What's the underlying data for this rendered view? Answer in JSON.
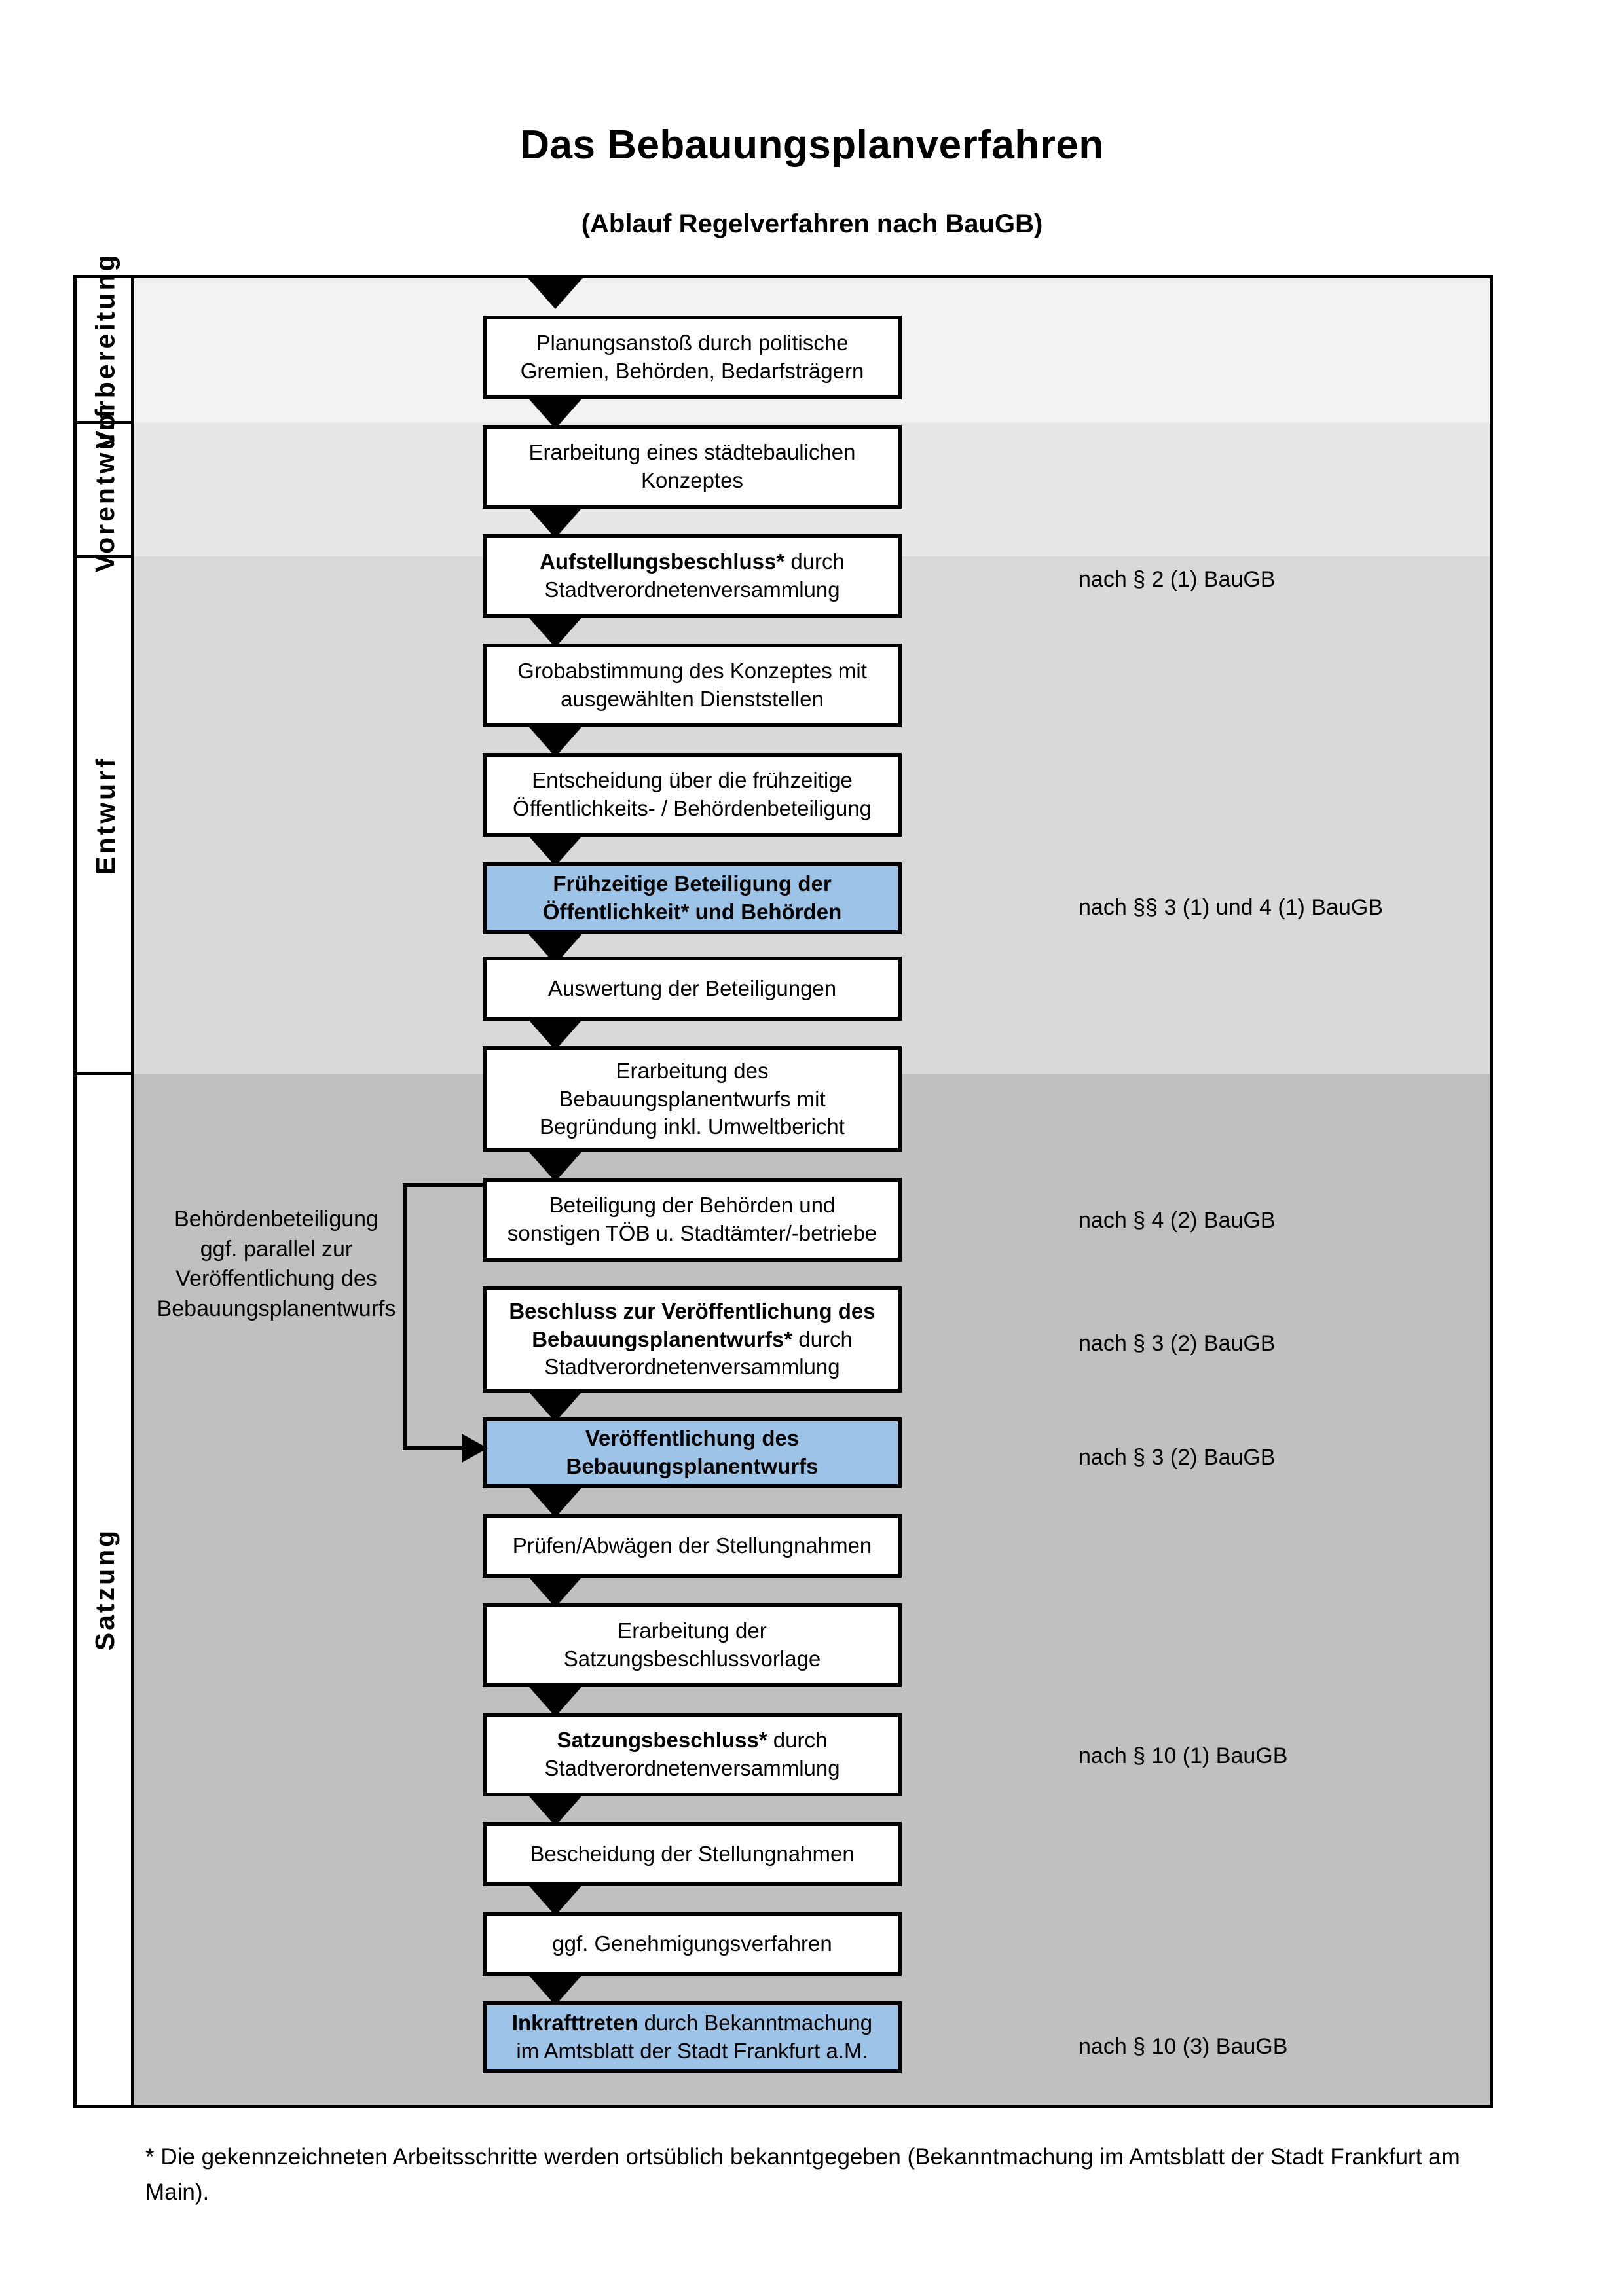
{
  "title": "Das Bebauungsplanverfahren",
  "subtitle": "(Ablauf Regelverfahren nach BauGB)",
  "colors": {
    "accent_blue": "#9DC3E6",
    "band_vorbereitung": "#F2F2F2",
    "band_vorentwurf": "#E7E7E7",
    "band_entwurf": "#D9D9D9",
    "band_satzung": "#C0C0C0",
    "outline": "#000000"
  },
  "phases": [
    {
      "label": "Vorbereitung"
    },
    {
      "label": "Vorentwurf"
    },
    {
      "label": "Entwurf"
    },
    {
      "label": "Satzung"
    }
  ],
  "steps": [
    {
      "id": "planungsanstoss",
      "line1": "Planungsanstoß durch politische",
      "line2": "Gremien, Behörden, Bedarfsträgern",
      "bold": "",
      "rest": "",
      "highlight": false
    },
    {
      "id": "konzept",
      "line1": "Erarbeitung eines städtebaulichen",
      "line2": "Konzeptes",
      "bold": "",
      "rest": "",
      "highlight": false
    },
    {
      "id": "aufstellungsbeschluss",
      "line1": "",
      "line2": "Stadtverordnetenversammlung",
      "bold": "Aufstellungsbeschluss*",
      "rest": " durch",
      "highlight": false
    },
    {
      "id": "grobabstimmung",
      "line1": "Grobabstimmung des Konzeptes mit",
      "line2": "ausgewählten Dienststellen",
      "bold": "",
      "rest": "",
      "highlight": false
    },
    {
      "id": "entscheidung-fruehzeitig",
      "line1": "Entscheidung über die frühzeitige",
      "line2": "Öffentlichkeits- / Behördenbeteiligung",
      "bold": "",
      "rest": "",
      "highlight": false
    },
    {
      "id": "fruehzeitige-beteiligung",
      "line1": "",
      "line2": "",
      "bold": "Frühzeitige Beteiligung der\nÖffentlichkeit* und Behörden",
      "rest": "",
      "highlight": true
    },
    {
      "id": "auswertung",
      "line1": "Auswertung der Beteiligungen",
      "line2": "",
      "bold": "",
      "rest": "",
      "highlight": false
    },
    {
      "id": "erarbeitung-entwurf",
      "line1": "Erarbeitung des",
      "line2": "Bebauungsplanentwurfs mit",
      "line3": "Begründung inkl. Umweltbericht",
      "bold": "",
      "rest": "",
      "highlight": false
    },
    {
      "id": "beteiligung-behoerden",
      "line1": "Beteiligung der Behörden und",
      "line2": "sonstigen TÖB u. Stadtämter/-betriebe",
      "bold": "",
      "rest": "",
      "highlight": false
    },
    {
      "id": "beschluss-veroeffentlichung",
      "line1": "",
      "line2": "Stadtverordnetenversammlung",
      "bold": "Beschluss zur Veröffentlichung des\nBebauungsplanentwurfs*",
      "rest": " durch",
      "highlight": false
    },
    {
      "id": "veroeffentlichung",
      "line1": "",
      "line2": "",
      "bold": "Veröffentlichung des\nBebauungsplanentwurfs",
      "rest": "",
      "highlight": true
    },
    {
      "id": "pruefen-abwaegen",
      "line1": "Prüfen/Abwägen der Stellungnahmen",
      "line2": "",
      "bold": "",
      "rest": "",
      "highlight": false
    },
    {
      "id": "satzungsbeschlussvorlage",
      "line1": "Erarbeitung der",
      "line2": "Satzungsbeschlussvorlage",
      "bold": "",
      "rest": "",
      "highlight": false
    },
    {
      "id": "satzungsbeschluss",
      "line1": "",
      "line2": "Stadtverordnetenversammlung",
      "bold": "Satzungsbeschluss*",
      "rest": " durch",
      "highlight": false
    },
    {
      "id": "bescheidung",
      "line1": "Bescheidung der Stellungnahmen",
      "line2": "",
      "bold": "",
      "rest": "",
      "highlight": false
    },
    {
      "id": "genehmigungsverfahren",
      "line1": "ggf. Genehmigungsverfahren",
      "line2": "",
      "bold": "",
      "rest": "",
      "highlight": false
    },
    {
      "id": "inkrafttreten",
      "line1": "",
      "line2": "im Amtsblatt der Stadt Frankfurt a.M.",
      "bold": "Inkrafttreten",
      "rest": " durch Bekanntmachung",
      "highlight": true
    }
  ],
  "side_notes": [
    {
      "id": "note-p2-1",
      "text": "nach § 2 (1) BauGB"
    },
    {
      "id": "note-p3-1-p4-1",
      "text": "nach §§ 3 (1) und 4 (1) BauGB"
    },
    {
      "id": "note-p4-2",
      "text": "nach § 4 (2) BauGB"
    },
    {
      "id": "note-p3-2-a",
      "text": "nach § 3 (2) BauGB"
    },
    {
      "id": "note-p3-2-b",
      "text": "nach § 3 (2) BauGB"
    },
    {
      "id": "note-p10-1",
      "text": "nach § 10 (1) BauGB"
    },
    {
      "id": "note-p10-3",
      "text": "nach § 10 (3) BauGB"
    }
  ],
  "left_note": {
    "line1": "Behördenbeteiligung",
    "line2": "ggf. parallel zur",
    "line3": "Veröffentlichung des",
    "line4": "Bebauungsplanentwurfs"
  },
  "footnote": "* Die gekennzeichneten Arbeitsschritte werden ortsüblich bekanntgegeben (Bekanntmachung im Amtsblatt  der Stadt Frankfurt am Main)."
}
